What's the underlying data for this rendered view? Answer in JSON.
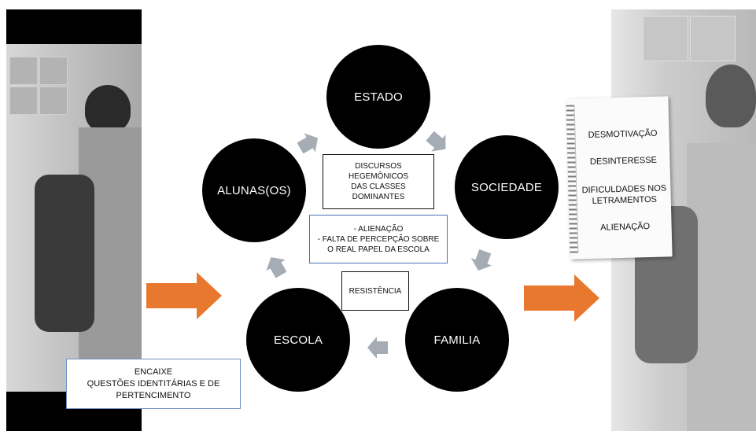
{
  "circles": {
    "estado": "ESTADO",
    "sociedade": "SOCIEDADE",
    "familia": "FAMILIA",
    "escola": "ESCOLA",
    "alunos": "ALUNAS(OS)"
  },
  "center": {
    "discursos": [
      "DISCURSOS",
      "HEGEMÔNICOS",
      "DAS CLASSES",
      "DOMINANTES"
    ],
    "alienacao": [
      "- ALIENAÇÃO",
      "- FALTA DE PERCEPÇÃO SOBRE",
      "O REAL PAPEL DA ESCOLA"
    ],
    "resistencia": "RESISTÊNCIA"
  },
  "encaixe": [
    "ENCAIXE",
    "QUESTÕES IDENTITÁRIAS E DE",
    "PERTENCIMENTO"
  ],
  "notebook": {
    "items": [
      "DESMOTIVAÇÃO",
      "DESINTERESSE",
      "DIFICULDADES NOS",
      "LETRAMENTOS",
      "ALIENAÇÃO"
    ]
  },
  "colors": {
    "circle": "#000000",
    "cycle_arrow": "#a6acb4",
    "big_arrow": "#e8782e",
    "blue_border": "#4a6fb5"
  }
}
